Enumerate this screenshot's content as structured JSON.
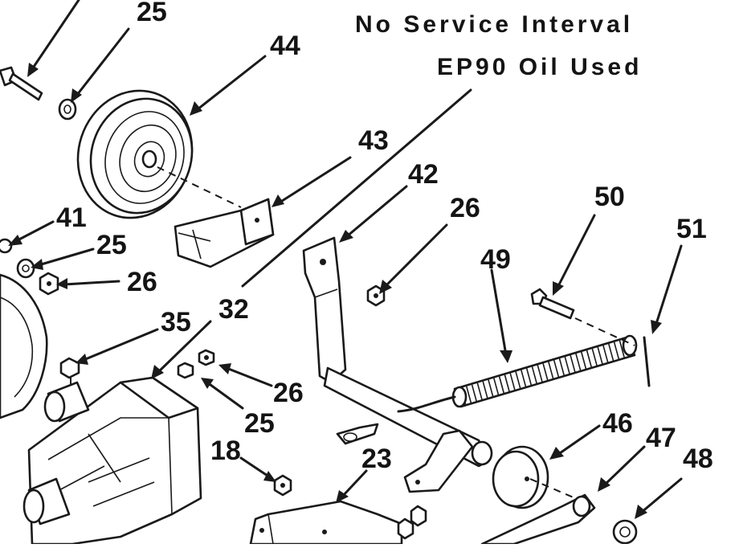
{
  "note": {
    "line1": "No Service Interval",
    "line2": "EP90 Oil Used"
  },
  "callouts": {
    "c25_top": "25",
    "c44": "44",
    "c43": "43",
    "c42": "42",
    "c26_right": "26",
    "c41": "41",
    "c25_left": "25",
    "c26_left": "26",
    "c35": "35",
    "c32": "32",
    "c50": "50",
    "c51": "51",
    "c49": "49",
    "c26_mid": "26",
    "c25_mid": "25",
    "c18": "18",
    "c23": "23",
    "c46": "46",
    "c47": "47",
    "c48": "48"
  }
}
